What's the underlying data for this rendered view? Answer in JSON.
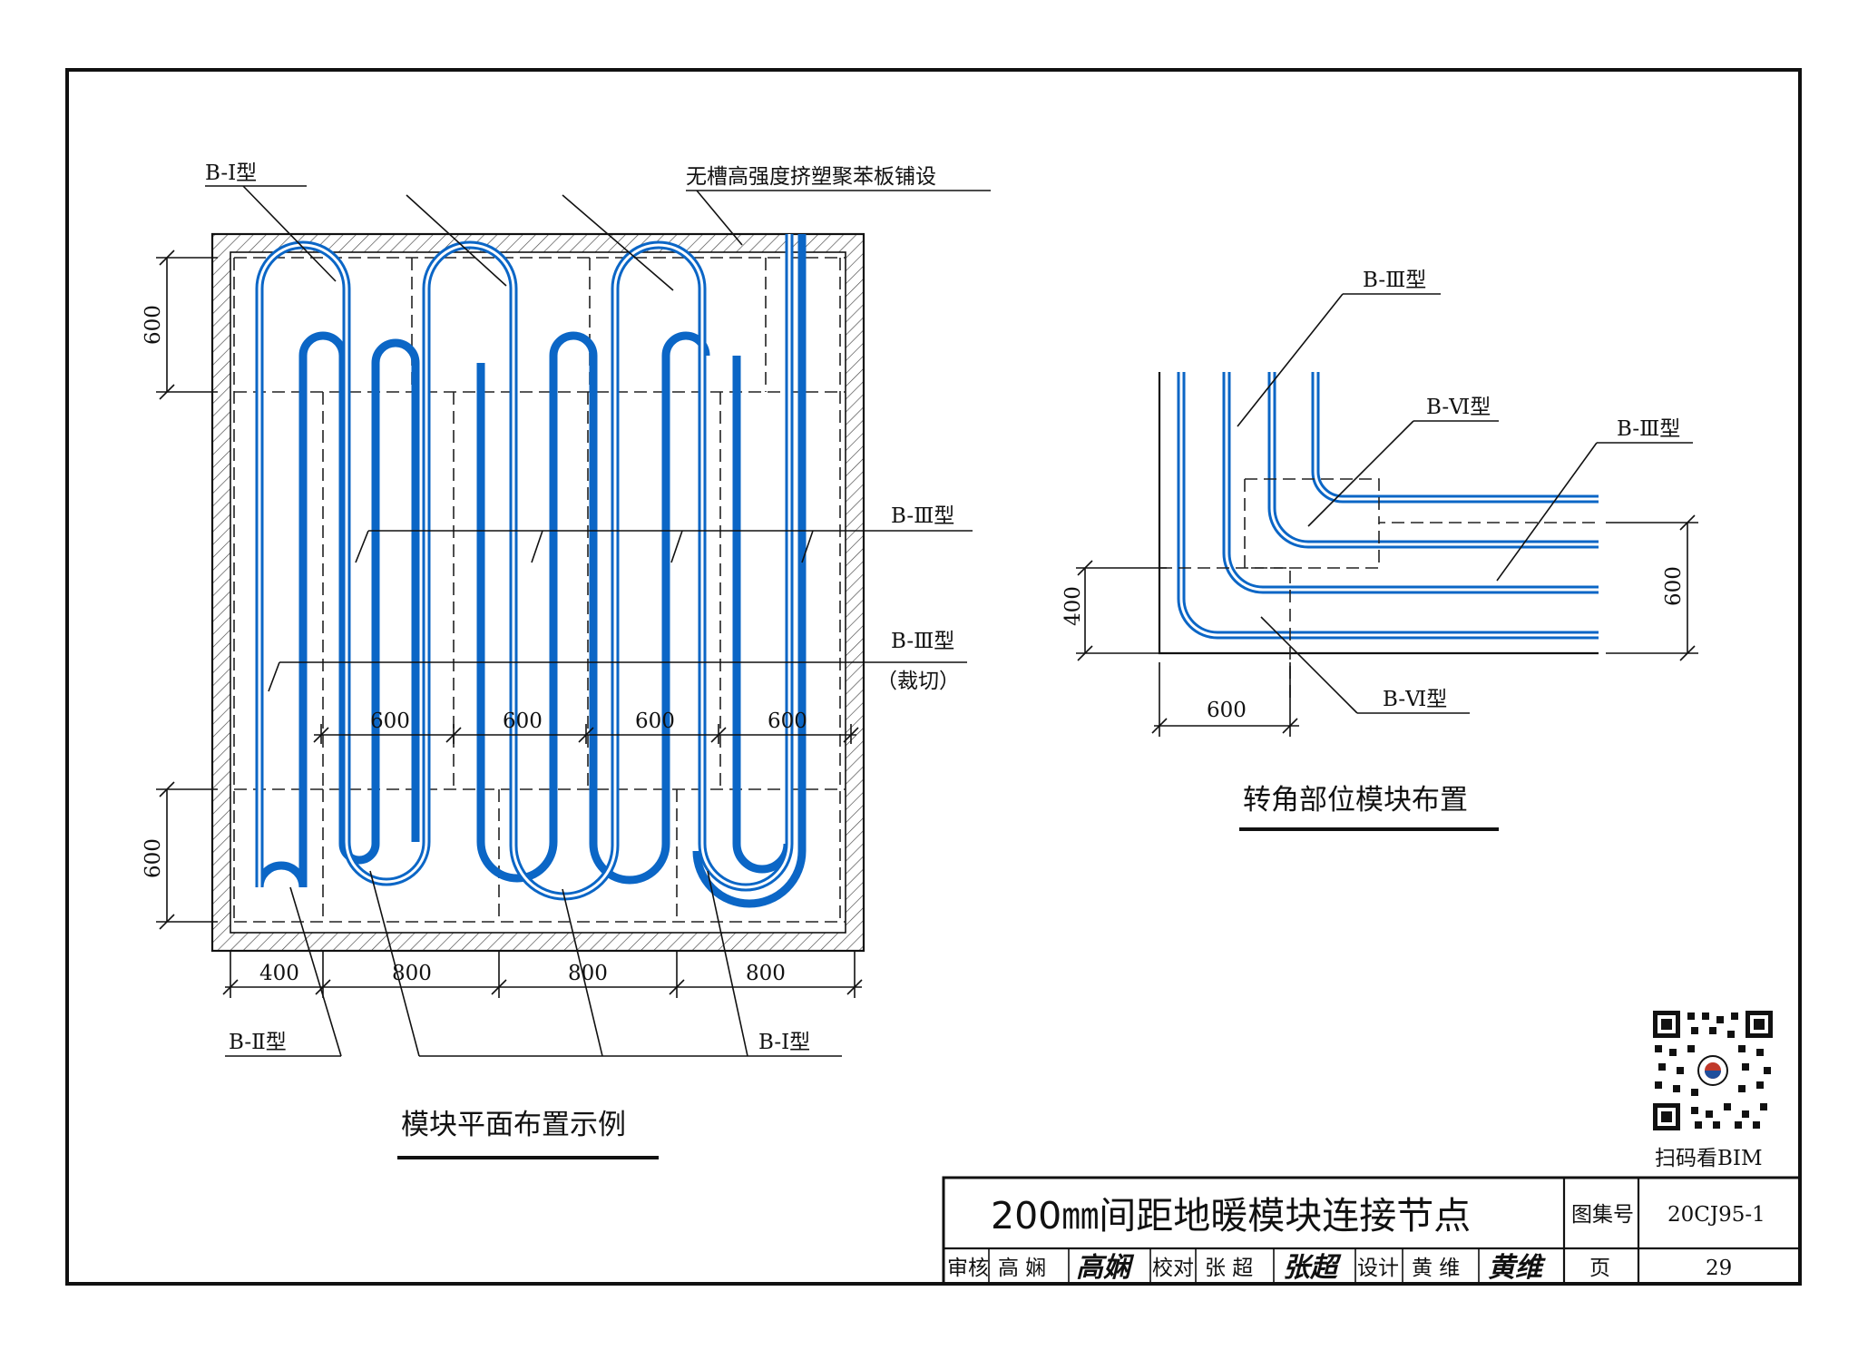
{
  "plan": {
    "caption": "模块平面布置示例",
    "labels": {
      "b1_top": "B-Ⅰ型",
      "xps_note": "无槽高强度挤塑聚苯板铺设",
      "b3_mid": "B-Ⅲ型",
      "b3_cut": "B-Ⅲ型",
      "cut_note": "（裁切）",
      "b2_bottom": "B-Ⅱ型",
      "b1_bottom": "B-Ⅰ型"
    },
    "dims": {
      "left_top": "600",
      "left_bottom": "600",
      "inner": [
        "600",
        "600",
        "600",
        "600"
      ],
      "bottom": [
        "400",
        "800",
        "800",
        "800"
      ]
    }
  },
  "corner": {
    "caption": "转角部位模块布置",
    "labels": {
      "b3_top": "B-Ⅲ型",
      "b6_top": "B-Ⅵ型",
      "b3_right": "B-Ⅲ型",
      "b6_bottom": "B-Ⅵ型"
    },
    "dims": {
      "left": "400",
      "right": "600",
      "bottom": "600"
    }
  },
  "qr": {
    "caption": "扫码看BIM"
  },
  "title_block": {
    "title": "200㎜间距地暖模块连接节点",
    "atlas_label": "图集号",
    "atlas_no": "20CJ95-1",
    "review_label": "审核",
    "reviewer": "高 娴",
    "reviewer_sig": "高娴",
    "check_label": "校对",
    "checker": "张 超",
    "checker_sig": "张超",
    "design_label": "设计",
    "designer": "黄 维",
    "designer_sig": "黄维",
    "page_label": "页",
    "page_no": "29"
  },
  "colors": {
    "pipe": "#0b66c6",
    "line": "#111111"
  }
}
